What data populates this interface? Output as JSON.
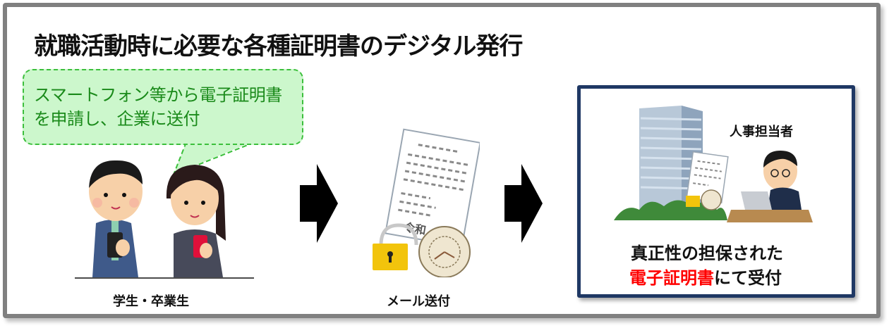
{
  "title": "就職活動時に必要な各種証明書のデジタル発行",
  "bubble": {
    "line1": "スマートフォン等から電子証明書",
    "line2": "を申請し、企業に送付",
    "bg_color": "#ccf7cc",
    "border_color": "#3cbf3c",
    "text_color": "#1a8a1a"
  },
  "steps": [
    {
      "label": "学生・卒業生",
      "icon": "students-with-smartphones-icon"
    },
    {
      "label": "メール送付",
      "icon": "locked-certificate-document-icon"
    },
    {
      "label": "人事担当者",
      "icon": "office-building-hr-person-icon"
    }
  ],
  "receipt": {
    "line1": "真正性の担保された",
    "line2_highlight": "電子証明書",
    "line2_rest": "にて受付",
    "highlight_color": "#ff0000",
    "border_color": "#1f3864"
  },
  "document_stamp_text": "令和"
}
